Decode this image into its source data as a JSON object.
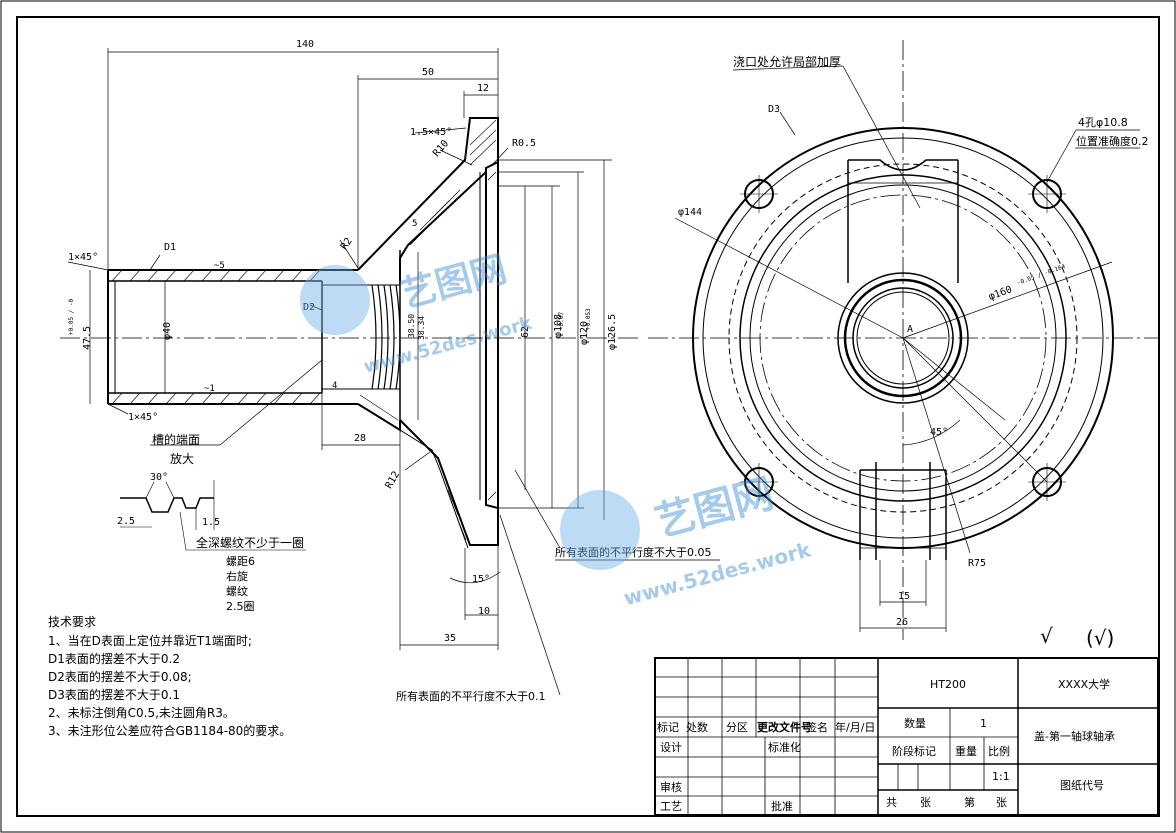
{
  "drawing": {
    "title_block": {
      "material": "HT200",
      "university": "XXXX大学",
      "part_name": "盖-第一轴球轴承",
      "drawing_code_label": "图纸代号",
      "quantity_label": "数量",
      "quantity_value": "1",
      "stage_label": "阶段标记",
      "weight_label": "重量",
      "scale_label": "比例",
      "scale_value": "1:1",
      "total_label": "共",
      "sheet_unit": "张",
      "page_label": "第",
      "page_unit": "张",
      "rev_mark": "标记",
      "rev_count": "处数",
      "rev_zone": "分区",
      "rev_doc": "更改文件号",
      "rev_sign": "签名",
      "rev_date": "年/月/日",
      "design": "设计",
      "standard": "标准化",
      "review": "审核",
      "process": "工艺",
      "approve": "批准"
    },
    "tech_requirements": {
      "title": "技术要求",
      "lines": [
        "1、当在D表面上定位并靠近T1端面时;",
        "D1表面的摆差不大于0.2",
        "D2表面的摆差不大于0.08;",
        "D3表面的摆差不大于0.1",
        "2、未标注倒角C0.5,未注圆角R3。",
        "3、未注形位公差应符合GB1184-80的要求。"
      ]
    },
    "section_view": {
      "dims": {
        "d140": "140",
        "d50": "50",
        "d12": "12",
        "chamfer_top": "1.5×45°",
        "r10": "R10",
        "r05": "R0.5",
        "r2": "R2",
        "five": "5",
        "d1": "D1",
        "d2": "D2",
        "chamfer_1": "1×45°",
        "chamfer_2": "1×45°",
        "tilde5": "~5",
        "tilde1": "~1",
        "phi40": "φ40",
        "d475": "47.5",
        "d475_tol": "+0.05 / -0",
        "d28": "28",
        "d62": "62",
        "phi108": "φ108",
        "phi120": "φ120",
        "phi120_tol": "-0.07",
        "phi1265": "φ126.5",
        "phi1265_tol": "+0.053",
        "d3850": "38.50",
        "d3834": "38.34",
        "r12": "R12",
        "d15deg": "15°",
        "d10": "10",
        "d35": "35",
        "four": "4"
      },
      "note_groove_1": "槽的端面",
      "note_groove_2": "放大",
      "note_parallel_1": "所有表面的不平行度不大于0.05",
      "note_parallel_2": "所有表面的不平行度不大于0.1"
    },
    "thread_detail": {
      "angle": "30°",
      "w25": "2.5",
      "h15": "1.5",
      "note_title": "全深螺纹不少于一圈",
      "lines": [
        "螺距6",
        "右旋",
        "螺纹",
        "2.5圈"
      ]
    },
    "front_view": {
      "casting_note": "浇口处允许局部加厚",
      "d3": "D3",
      "holes": "4孔φ10.8",
      "position_acc": "位置准确度0.2",
      "phi144": "φ144",
      "phi160": "φ160",
      "phi160_tol": "-0.05 / -0.164",
      "center": "A",
      "angle45": "45°",
      "r75": "R75",
      "w15": "15",
      "w26": "26"
    },
    "roughness": {
      "check": "√",
      "paren": "(√)"
    },
    "watermark": {
      "brand": "艺图网",
      "url": "www.52des.work"
    }
  }
}
